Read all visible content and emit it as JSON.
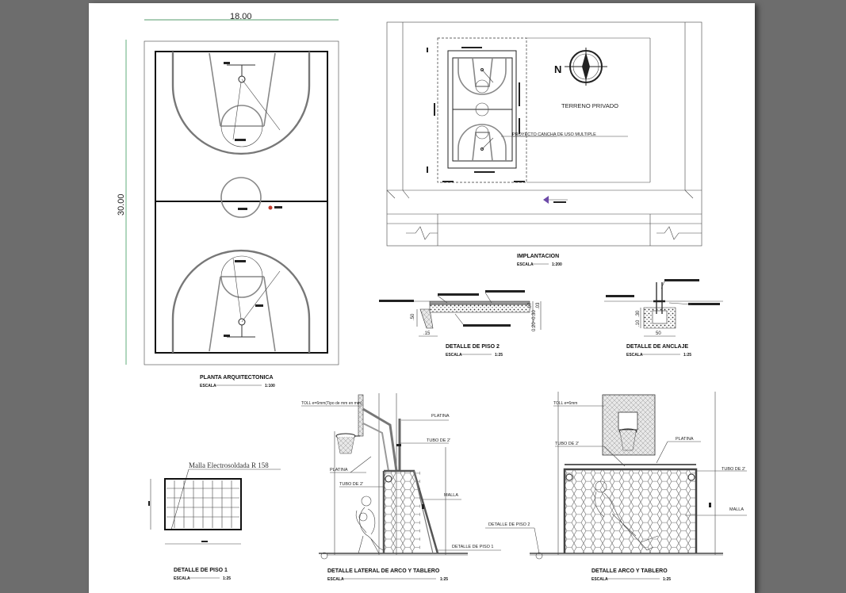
{
  "plan": {
    "width_dim": "18.00",
    "length_dim": "30.00",
    "title": "PLANTA ARQUITECTONICA",
    "scale_label": "ESCALA",
    "scale_value": "1:100"
  },
  "site": {
    "north": "N",
    "private_land": "TERRENO PRIVADO",
    "project_label": "PROYECTO CANCHA DE USO MULTIPLE",
    "title": "IMPLANTACION",
    "scale_label": "ESCALA",
    "scale_value": "1:200"
  },
  "floor2": {
    "dim_50": ".50",
    "dim_15": ".15",
    "dim_07": ".07",
    "dim_03": ".03",
    "dim_range": "0.20~0.30",
    "title": "DETALLE DE PISO 2",
    "scale_label": "ESCALA",
    "scale_value": "1:25"
  },
  "anchor": {
    "dim_30": ".30",
    "dim_10": ".10",
    "dim_50": "50",
    "title": "DETALLE DE ANCLAJE",
    "scale_label": "ESCALA",
    "scale_value": "1:25"
  },
  "floor1": {
    "mesh": "Malla Electrosoldada R 158",
    "title": "DETALLE DE PISO 1",
    "scale_label": "ESCALA",
    "scale_value": "1:25"
  },
  "side": {
    "toll": "TOLL    e=6mm(Tipo de mm en mm)",
    "platina_top": "PLATINA",
    "tubo_top": "TUBO DE 2'",
    "platina_left": "PLATINA",
    "tubo_left": "TUBO DE 2'",
    "malla": "MALLA",
    "floor_ref": "DETALLE DE PISO 1",
    "title": "DETALLE LATERAL DE ARCO Y TABLERO",
    "scale_label": "ESCALA",
    "scale_value": "1:25"
  },
  "front": {
    "toll": "TOLL    e=6mm",
    "tubo_left": "TUBO DE 2'",
    "platina": "PLATINA",
    "tubo_right": "TUBO DE 2'",
    "malla": "MALLA",
    "floor_ref": "DETALLE DE PISO 2",
    "title": "DETALLE ARCO Y TABLERO",
    "scale_label": "ESCALA",
    "scale_value": "1:25"
  }
}
